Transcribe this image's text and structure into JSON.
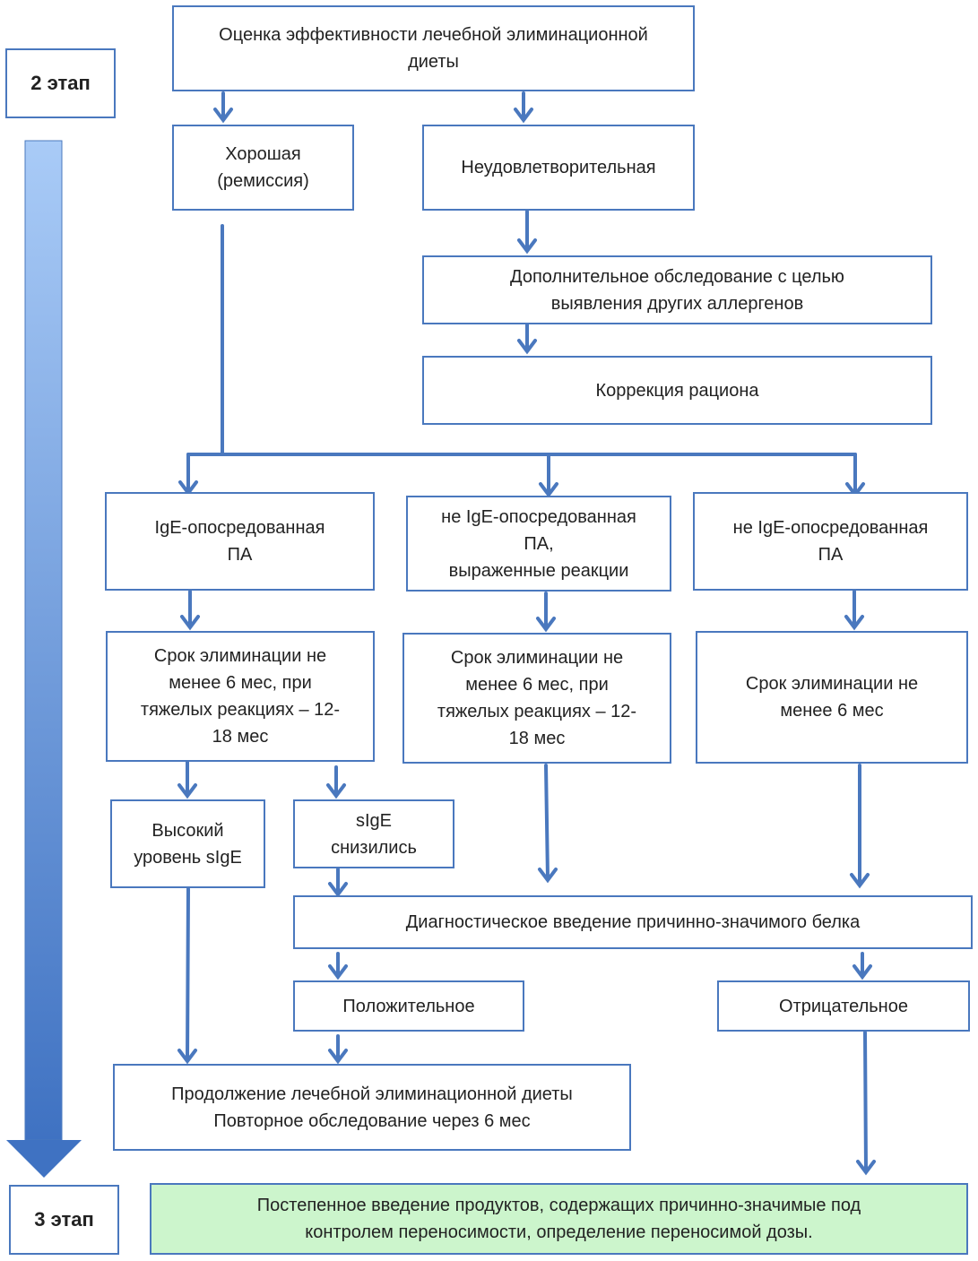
{
  "stages": {
    "stage2": "2 этап",
    "stage3": "3 этап"
  },
  "boxes": {
    "evaluation": [
      "Оценка эффективности лечебной элиминационной",
      "диеты"
    ],
    "good": [
      "Хорошая",
      "(ремиссия)"
    ],
    "unsatisfactory": [
      "Неудовлетворительная"
    ],
    "additional_exam": [
      "Дополнительное обследование с целью",
      "выявления других аллергенов"
    ],
    "diet_correction": [
      "Коррекция рациона"
    ],
    "ige_mediated": [
      "IgE-опосредованная",
      "ПА"
    ],
    "non_ige_severe": [
      "не IgE-опосредованная",
      "ПА,",
      "выраженные реакции"
    ],
    "non_ige": [
      "не IgE-опосредованная",
      "ПА"
    ],
    "term_1": [
      "Срок элиминации не",
      "менее 6 мес, при",
      "тяжелых реакциях – 12-",
      "18 мес"
    ],
    "term_2": [
      "Срок элиминации не",
      "менее 6 мес, при",
      "тяжелых реакциях – 12-",
      "18 мес"
    ],
    "term_3": [
      "Срок элиминации не",
      "менее 6 мес"
    ],
    "high_sige": [
      "Высокий",
      "уровень sIgE"
    ],
    "sige_decreased": [
      "sIgE",
      "снизились"
    ],
    "diagnostic_intro": [
      "Диагностическое введение причинно-значимого белка"
    ],
    "positive": [
      "Положительное"
    ],
    "negative": [
      "Отрицательное"
    ],
    "continue_diet": [
      "Продолжение лечебной элиминационной диеты",
      "Повторное обследование через 6 мес"
    ],
    "gradual_intro": [
      "Постепенное введение продуктов, содержащих причинно-значимые под",
      "контролем переносимости, определение переносимой дозы."
    ]
  },
  "colors": {
    "border": "#4a78be",
    "arrow": "#4a78be",
    "final_box_fill": "#ccf5cc",
    "timeline_top": "#a9cbf7",
    "timeline_bottom": "#3f72c2"
  }
}
